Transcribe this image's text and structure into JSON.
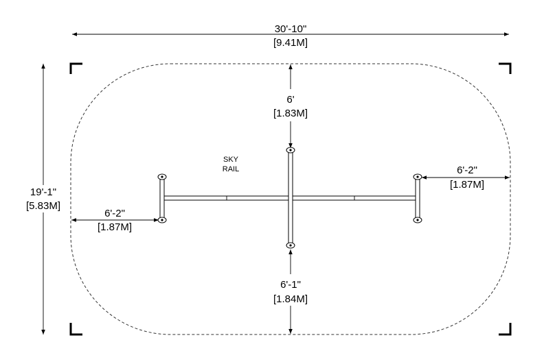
{
  "dimensions": {
    "overall_width": {
      "imperial": "30'-10\"",
      "metric": "[9.41M]"
    },
    "overall_depth": {
      "imperial": "19'-1\"",
      "metric": "[5.83M]"
    },
    "top_clearance": {
      "imperial": "6'",
      "metric": "[1.83M]"
    },
    "bottom_clearance": {
      "imperial": "6'-1\"",
      "metric": "[1.84M]"
    },
    "left_clearance": {
      "imperial": "6'-2\"",
      "metric": "[1.87M]"
    },
    "right_clearance": {
      "imperial": "6'-2\"",
      "metric": "[1.87M]"
    }
  },
  "equipment_label": {
    "line1": "SKY",
    "line2": "RAIL"
  }
}
